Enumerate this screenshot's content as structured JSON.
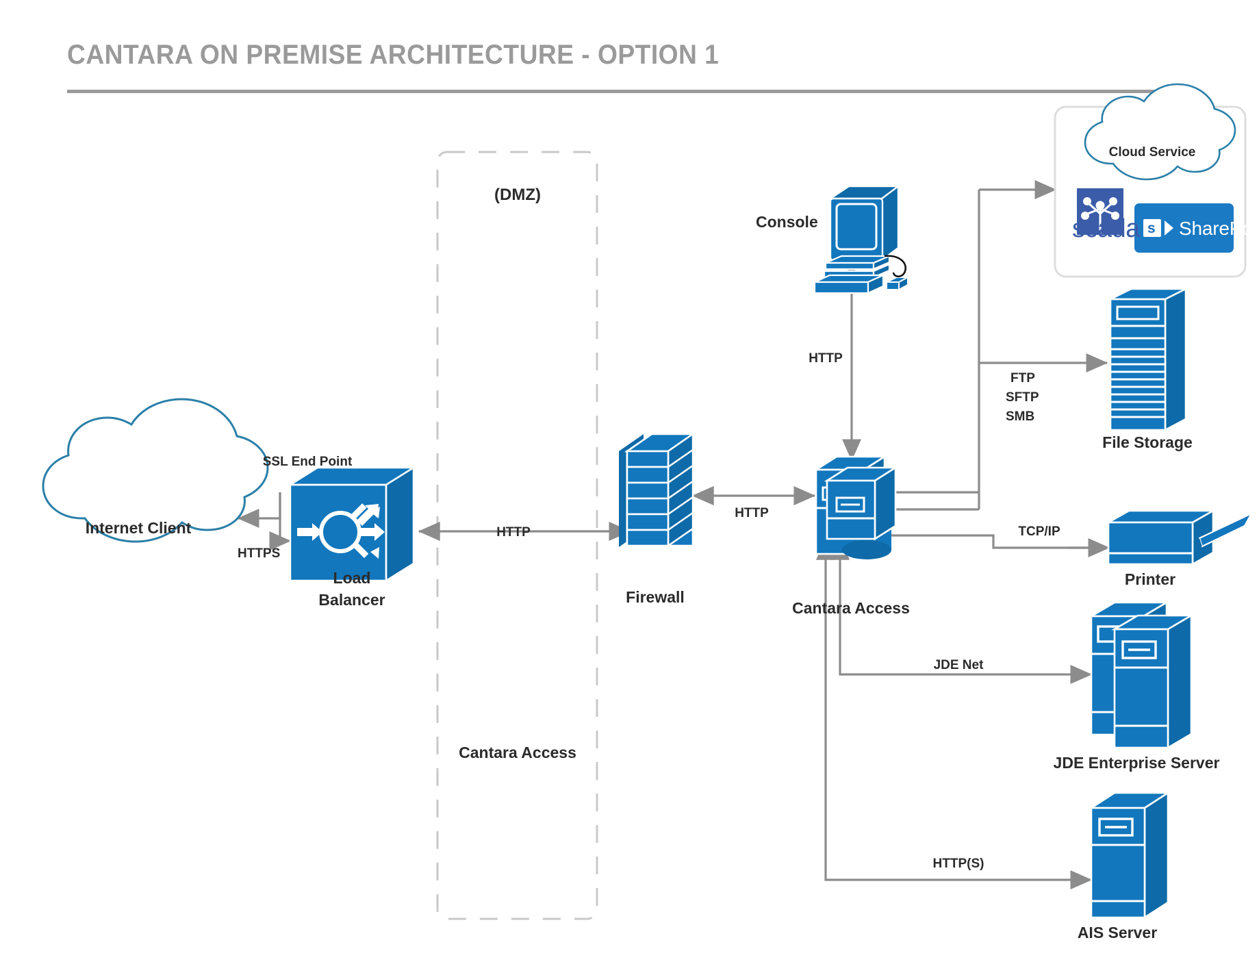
{
  "page": {
    "title": "CANTARA ON PREMISE ARCHITECTURE - OPTION 1"
  },
  "colors": {
    "brand_blue": "#1277bd",
    "brand_blue_dark": "#0e6aa8",
    "title_gray": "#9a9a9a",
    "connector_gray": "#8c8c8c",
    "text_dark": "#2b2b2b",
    "cloud_outline": "#2a7fa8",
    "scada_purple": "#3b5ca8",
    "sharepoint_blue": "#1b7ac4",
    "dmz_dash": "#c9c9c9"
  },
  "zones": {
    "dmz": {
      "label": "(DMZ)",
      "inner_label": "Cantara Access"
    }
  },
  "nodes": [
    {
      "id": "internet-client",
      "label": "Internet Client",
      "icon": "cloud-icon"
    },
    {
      "id": "load-balancer",
      "label": "Load\nBalancer",
      "icon": "load-balancer-icon"
    },
    {
      "id": "firewall",
      "label": "Firewall",
      "icon": "firewall-brick-icon"
    },
    {
      "id": "cantara-access",
      "label": "Cantara Access",
      "icon": "server-database-icon"
    },
    {
      "id": "console",
      "label": "Console",
      "icon": "desktop-computer-icon"
    },
    {
      "id": "cloud-service",
      "label": "Cloud Service",
      "icon": "cloud-icon"
    },
    {
      "id": "file-storage",
      "label": "File Storage",
      "icon": "storage-tower-icon"
    },
    {
      "id": "printer",
      "label": "Printer",
      "icon": "printer-icon"
    },
    {
      "id": "jde-enterprise-server",
      "label": "JDE Enterprise Server",
      "icon": "server-pair-icon"
    },
    {
      "id": "ais-server",
      "label": "AIS Server",
      "icon": "server-icon"
    }
  ],
  "cloud_service_apps": [
    {
      "id": "scada",
      "label": "scada",
      "icon": "scada-logo-icon"
    },
    {
      "id": "sharepoint",
      "label": "SharePoint",
      "badge": "s",
      "icon": "sharepoint-logo-icon"
    }
  ],
  "connectors": [
    {
      "id": "ssl-end-point",
      "label": "SSL End Point"
    },
    {
      "id": "client-to-lb",
      "label": "HTTPS"
    },
    {
      "id": "lb-to-firewall",
      "label": "HTTP"
    },
    {
      "id": "firewall-to-cantara",
      "label": "HTTP"
    },
    {
      "id": "cantara-to-console",
      "label": "HTTP"
    },
    {
      "id": "cantara-to-file-storage",
      "label": "FTP\nSFTP\nSMB"
    },
    {
      "id": "cantara-to-printer",
      "label": "TCP/IP"
    },
    {
      "id": "cantara-to-jde",
      "label": "JDE Net"
    },
    {
      "id": "cantara-to-ais",
      "label": "HTTP(S)"
    }
  ],
  "protocol_labels": {
    "ssl_end_point": "SSL End Point",
    "https": "HTTPS",
    "http_lb_fw": "HTTP",
    "http_fw_ca": "HTTP",
    "http_console": "HTTP",
    "ftp": "FTP",
    "sftp": "SFTP",
    "smb": "SMB",
    "tcpip": "TCP/IP",
    "jde_net": "JDE Net",
    "https_ais": "HTTP(S)"
  },
  "node_labels": {
    "internet_client": "Internet Client",
    "load_balancer_line1": "Load",
    "load_balancer_line2": "Balancer",
    "firewall": "Firewall",
    "cantara_access": "Cantara Access",
    "console": "Console",
    "cloud_service": "Cloud Service",
    "file_storage": "File Storage",
    "printer": "Printer",
    "jde_enterprise_server": "JDE Enterprise Server",
    "ais_server": "AIS Server",
    "scada": "scada",
    "sharepoint": "SharePoint",
    "sharepoint_badge": "s",
    "dmz": "(DMZ)",
    "dmz_inner": "Cantara Access"
  }
}
